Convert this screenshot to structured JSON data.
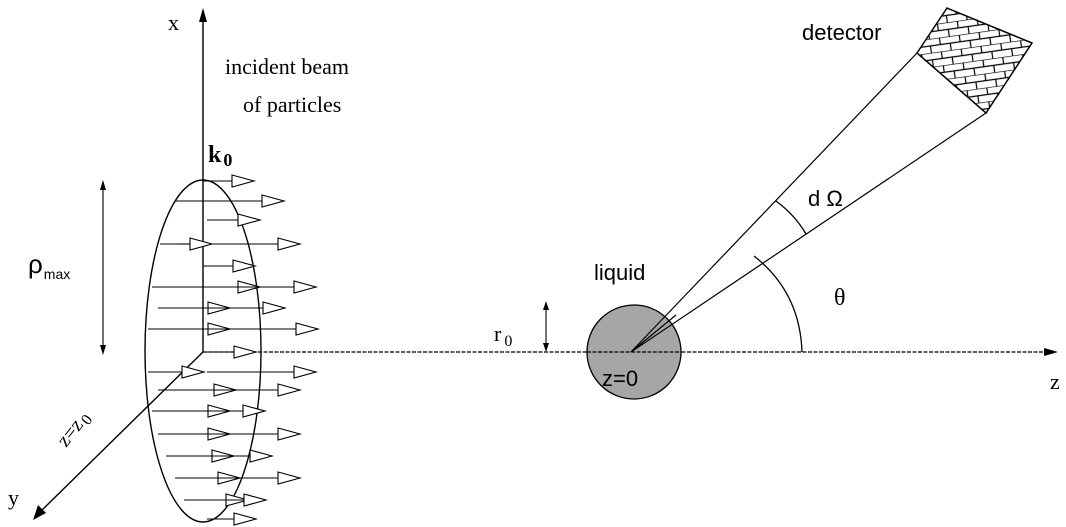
{
  "labels": {
    "x_axis": "x",
    "y_axis": "y",
    "z_axis": "z",
    "beam_line1": "incident beam",
    "beam_line2": "of particles",
    "k_main": "k",
    "k_sub": "0",
    "rho_main": "ρ",
    "rho_sub": "max",
    "plane_main": "z=z",
    "plane_sub": "0",
    "r_main": "r",
    "r_sub": "0",
    "liquid": "liquid",
    "z_zero": "z=0",
    "d_omega": "d Ω",
    "theta": "θ",
    "detector": "detector"
  },
  "colors": {
    "ink": "#000000",
    "liquid_fill": "#a6a6a6"
  }
}
